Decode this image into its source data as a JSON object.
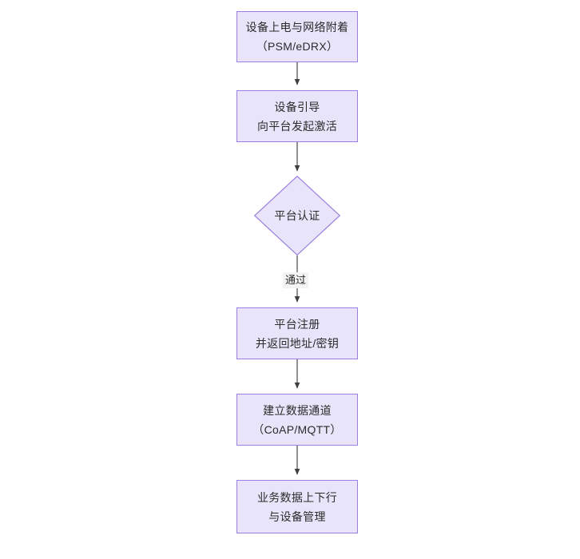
{
  "diagram": {
    "type": "flowchart",
    "orientation": "top-to-bottom",
    "theme": {
      "node_fill": "#e8e5fa",
      "node_border": "#9a7ee0",
      "edge_color": "#4a4a4a",
      "text_color": "#2b2b2b",
      "background": "#ffffff",
      "edge_label_background": "#f3f3f3"
    },
    "nodes": [
      {
        "id": "power-on",
        "shape": "rectangle",
        "lines": [
          "设备上电与网络附着",
          "（PSM/eDRX）"
        ]
      },
      {
        "id": "bootstrap",
        "shape": "rectangle",
        "lines": [
          "设备引导",
          "向平台发起激活"
        ]
      },
      {
        "id": "platform-auth",
        "shape": "diamond",
        "lines": [
          "平台认证"
        ]
      },
      {
        "id": "platform-register",
        "shape": "rectangle",
        "lines": [
          "平台注册",
          "并返回地址/密钥"
        ]
      },
      {
        "id": "data-channel",
        "shape": "rectangle",
        "lines": [
          "建立数据通道",
          "（CoAP/MQTT）"
        ]
      },
      {
        "id": "business-data",
        "shape": "rectangle",
        "lines": [
          "业务数据上下行",
          "与设备管理"
        ]
      }
    ],
    "edges": [
      {
        "from": "power-on",
        "to": "bootstrap",
        "label": ""
      },
      {
        "from": "bootstrap",
        "to": "platform-auth",
        "label": ""
      },
      {
        "from": "platform-auth",
        "to": "platform-register",
        "label": "通过"
      },
      {
        "from": "platform-register",
        "to": "data-channel",
        "label": ""
      },
      {
        "from": "data-channel",
        "to": "business-data",
        "label": ""
      }
    ]
  }
}
